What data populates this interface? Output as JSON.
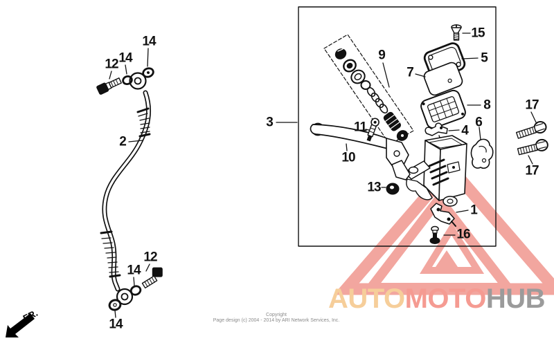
{
  "fr_indicator": {
    "label": "FR."
  },
  "footer": {
    "line1": "Copyright",
    "line2": "Page design (c) 2004 - 2014 by ARI Network Services, Inc."
  },
  "watermark": {
    "auto": "AUTO",
    "moto": "MOTO",
    "hub": "HUB",
    "auto_color": "#F6CE9A",
    "moto_color": "#F59B92",
    "hub_color": "#9B9B9B",
    "triangle_color": "#F0938B"
  },
  "callouts": [
    {
      "id": "washer-14-top",
      "label": "14"
    },
    {
      "id": "sealing-washer-14-upper",
      "label": "14"
    },
    {
      "id": "banjo-bolt-12-upper",
      "label": "12"
    },
    {
      "id": "brake-hose-2",
      "label": "2"
    },
    {
      "id": "banjo-bolt-12-lower",
      "label": "12"
    },
    {
      "id": "sealing-washer-14-middle",
      "label": "14"
    },
    {
      "id": "sealing-washer-14-lower",
      "label": "14"
    },
    {
      "id": "master-cylinder-assy-3",
      "label": "3"
    },
    {
      "id": "piston-set-9",
      "label": "9"
    },
    {
      "id": "screw-15",
      "label": "15"
    },
    {
      "id": "reservoir-cap-5",
      "label": "5"
    },
    {
      "id": "diaphragm-plate-7",
      "label": "7"
    },
    {
      "id": "diaphragm-8",
      "label": "8"
    },
    {
      "id": "clamp-half-6",
      "label": "6"
    },
    {
      "id": "pivot-bolt-11",
      "label": "11"
    },
    {
      "id": "lever-pivot-4",
      "label": "4"
    },
    {
      "id": "flange-bolt-17-upper",
      "label": "17"
    },
    {
      "id": "flange-bolt-17-lower",
      "label": "17"
    },
    {
      "id": "brake-lever-10",
      "label": "10"
    },
    {
      "id": "boot-13",
      "label": "13"
    },
    {
      "id": "bracket-1",
      "label": "1"
    },
    {
      "id": "stopper-bolt-16",
      "label": "16"
    }
  ]
}
